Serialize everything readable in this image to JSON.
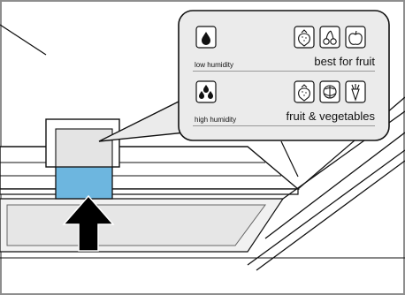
{
  "callout": {
    "rows": [
      {
        "key": "low",
        "label": "low humidity",
        "text": "best for fruit",
        "humidity_icon": "single-drop-icon",
        "produce_icons": [
          "strawberry-icon",
          "cherry-icon",
          "apple-icon"
        ]
      },
      {
        "key": "high",
        "label": "high humidity",
        "text": "fruit & vegetables",
        "humidity_icon": "three-drops-icon",
        "produce_icons": [
          "strawberry-icon",
          "cabbage-icon",
          "carrot-icon"
        ]
      }
    ]
  },
  "colors": {
    "panel_bg": "#ebebeb",
    "outline": "#111111",
    "slider_blue": "#6db6df",
    "border": "#8e8e8e"
  }
}
